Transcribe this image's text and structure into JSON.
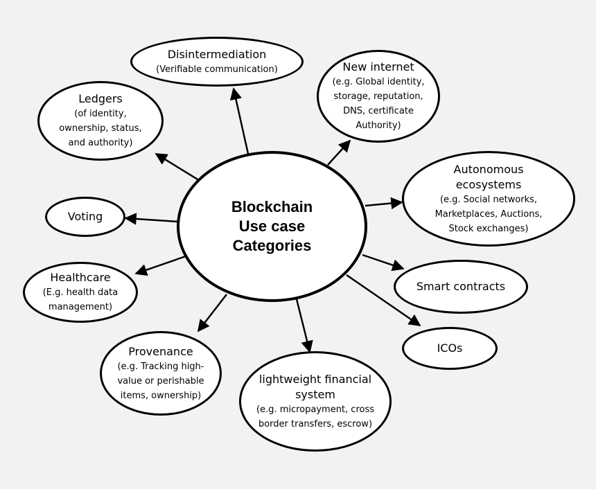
{
  "center": {
    "lines": [
      "Blockchain",
      "Use case",
      "Categories"
    ]
  },
  "nodes": {
    "disintermediation": {
      "title": [
        "Disintermediation"
      ],
      "desc": [
        "(Verifiable communication)"
      ]
    },
    "new_internet": {
      "title": [
        "New internet"
      ],
      "desc": [
        "(e.g. Global identity,",
        "storage, reputation,",
        "DNS, certificate",
        "Authority)"
      ]
    },
    "ledgers": {
      "title": [
        "Ledgers"
      ],
      "desc": [
        "(of identity,",
        "ownership, status,",
        "and authority)"
      ]
    },
    "autonomous_ecosystems": {
      "title": [
        "Autonomous",
        "ecosystems"
      ],
      "desc": [
        "(e.g. Social networks,",
        "Marketplaces, Auctions,",
        "Stock exchanges)"
      ]
    },
    "voting": {
      "title": [
        "Voting"
      ],
      "desc": []
    },
    "healthcare": {
      "title": [
        "Healthcare"
      ],
      "desc": [
        "(E.g. health data",
        "management)"
      ]
    },
    "smart_contracts": {
      "title": [
        "Smart contracts"
      ],
      "desc": []
    },
    "icos": {
      "title": [
        "ICOs"
      ],
      "desc": []
    },
    "provenance": {
      "title": [
        "Provenance"
      ],
      "desc": [
        "(e.g. Tracking high-",
        "value or perishable",
        "items, ownership)"
      ]
    },
    "lightweight_financial": {
      "title": [
        "lightweight financial",
        "system"
      ],
      "desc": [
        "(e.g. micropayment, cross",
        "border transfers, escrow)"
      ]
    }
  }
}
